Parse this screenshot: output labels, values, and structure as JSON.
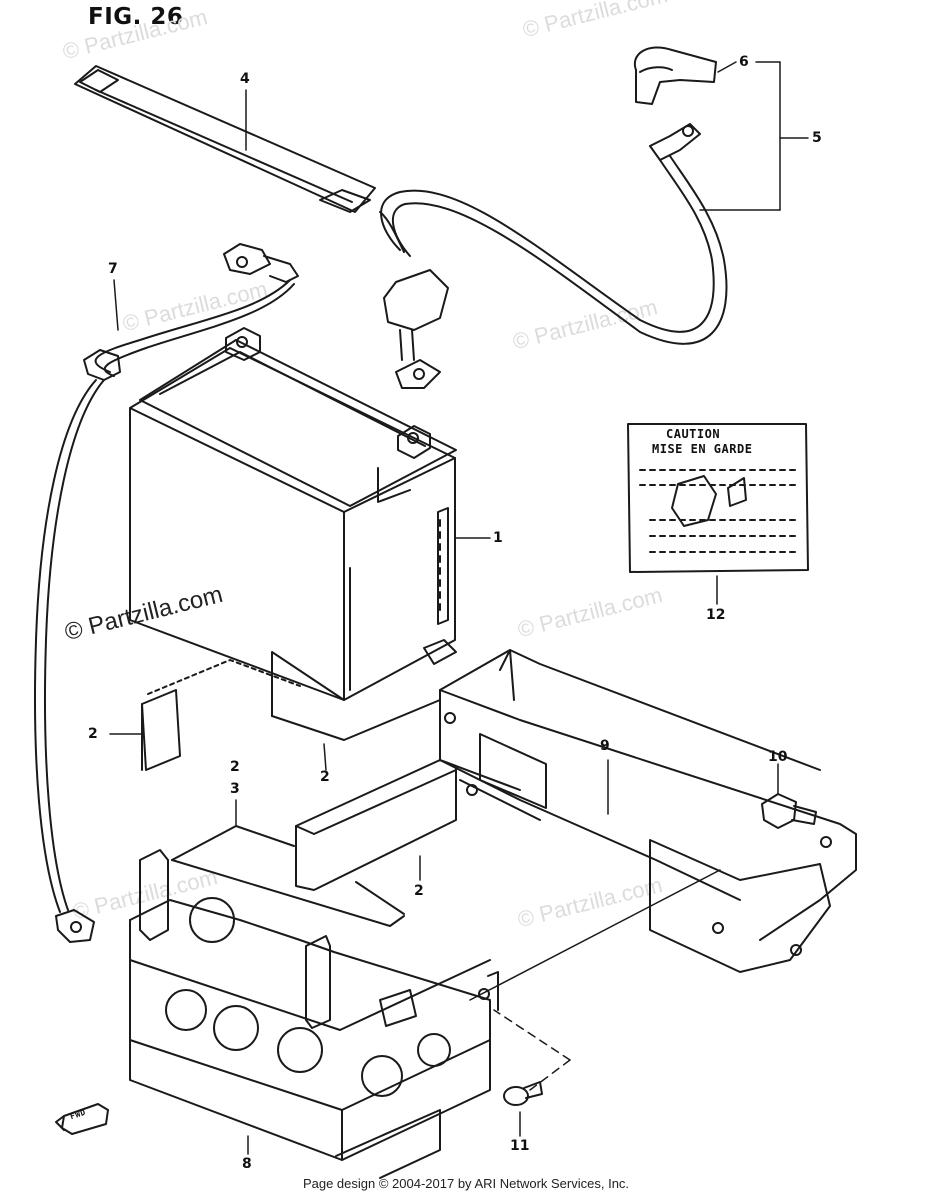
{
  "figure": {
    "title": "FIG. 26"
  },
  "watermarks": [
    "© Partzilla.com",
    "© Partzilla.com",
    "© Partzilla.com",
    "© Partzilla.com",
    "© Partzilla.com",
    "© Partzilla.com",
    "© Partzilla.com",
    "© Partzilla.com"
  ],
  "callouts": {
    "n1": "1",
    "n2a": "2",
    "n2b": "2",
    "n2c": "2",
    "n2d": "2",
    "n3": "3",
    "n4": "4",
    "n5": "5",
    "n6": "6",
    "n7": "7",
    "n8": "8",
    "n9": "9",
    "n10": "10",
    "n11": "11",
    "n12": "12"
  },
  "label_card": {
    "line1": "CAUTION",
    "line2": "MISE EN GARDE"
  },
  "fwd_arrow": "FWD",
  "footer": "Page design © 2004-2017 by ARI Network Services, Inc.",
  "colors": {
    "line": "#1a1a1a",
    "watermark": "#dcdcdc"
  }
}
